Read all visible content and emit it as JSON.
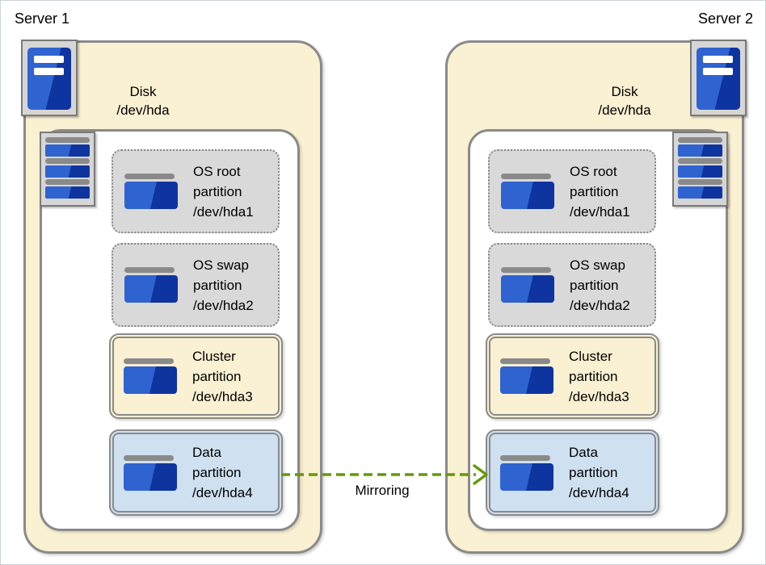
{
  "servers": [
    {
      "label": "Server 1"
    },
    {
      "label": "Server 2"
    }
  ],
  "disk": {
    "title": "Disk",
    "device": "/dev/hda"
  },
  "partitions": [
    {
      "name": "OS root",
      "line2": "partition",
      "device": "/dev/hda1",
      "kind": "os"
    },
    {
      "name": "OS swap",
      "line2": "partition",
      "device": "/dev/hda2",
      "kind": "os"
    },
    {
      "name": "Cluster",
      "line2": "partition",
      "device": "/dev/hda3",
      "kind": "cluster"
    },
    {
      "name": "Data",
      "line2": "partition",
      "device": "/dev/hda4",
      "kind": "data"
    }
  ],
  "arrow": {
    "label": "Mirroring",
    "color": "#669900"
  },
  "colors": {
    "disk_fill": "#faf0d2",
    "os_partition_fill": "#d9d9d9",
    "cluster_partition_fill": "#faf0d2",
    "data_partition_fill": "#cfe0f1",
    "border_gray": "#8a8a8a",
    "icon_blue_light": "#2f63d0",
    "icon_blue_dark": "#0e34a0"
  }
}
